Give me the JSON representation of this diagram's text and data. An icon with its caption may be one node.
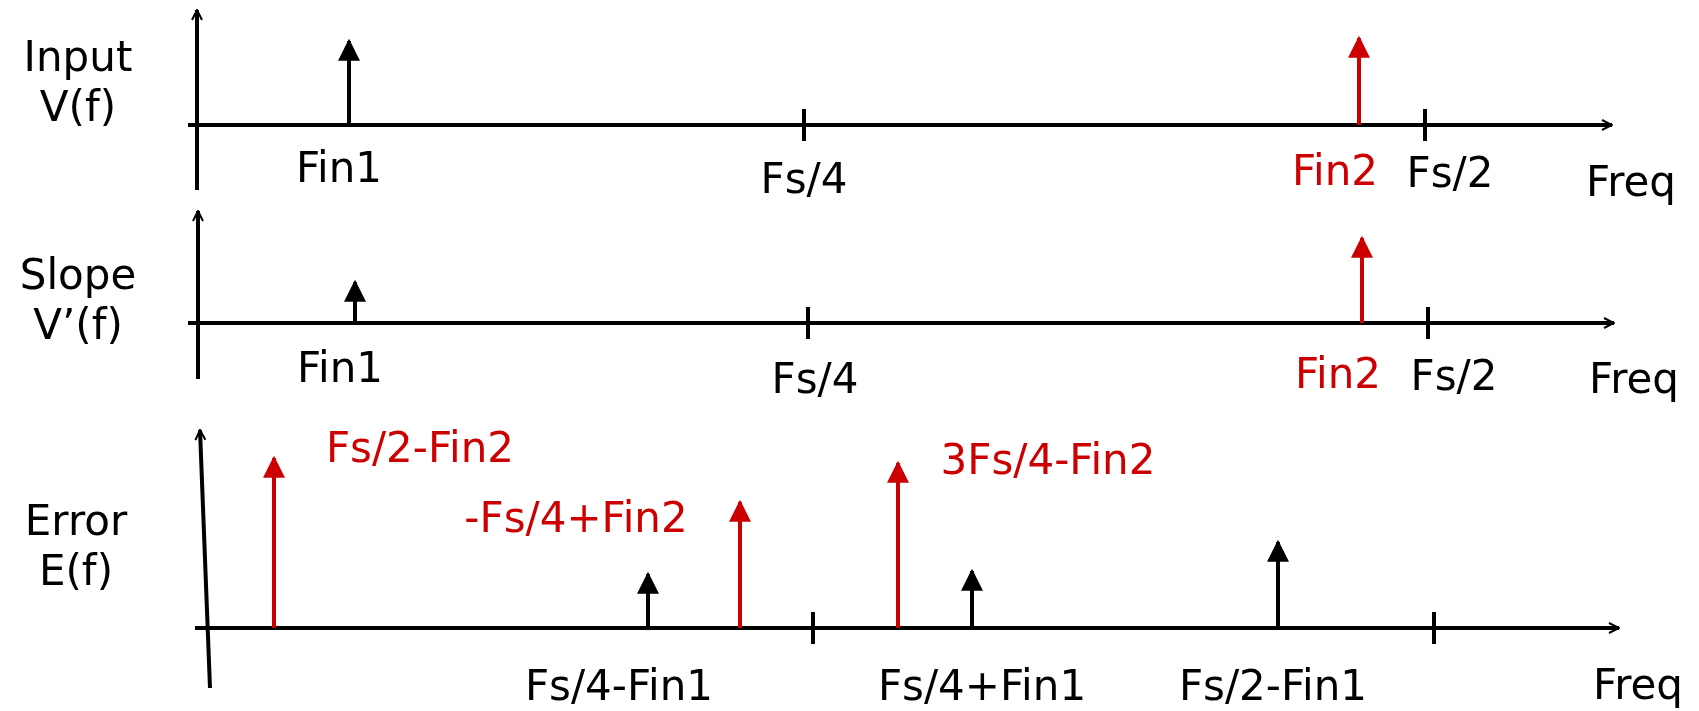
{
  "diagram": {
    "labels": [
      "Input V(f)",
      "Fin1",
      "Fs/4",
      "Fin2",
      "Fs/2",
      "Freq",
      "Slope V’(f)",
      "Fin1",
      "Fs/4",
      "Fin2",
      "Fs/2",
      "Freq",
      "Fs/2-Fin2",
      "3Fs/4-Fin2",
      "Error E(f)",
      "-Fs/4+Fin2",
      "Fs/4-Fin1",
      "Fs/4+Fin1",
      "Fs/2-Fin1",
      "Freq"
    ]
  }
}
